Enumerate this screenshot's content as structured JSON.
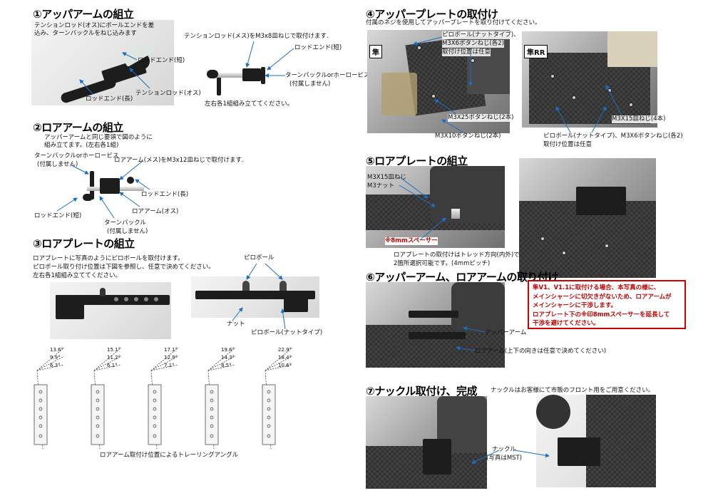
{
  "s1": {
    "title": "①アッパアームの組立",
    "note1": "テンションロッド(オス)にボールエンドを差込み、ターンバックルをねじ込みます",
    "rod_end_short": "ロッドエンド(短)",
    "rod_end_long": "ロッドエンド(長)",
    "tension_rod_male": "テンションロッド(オス)",
    "note2": "テンションロッド(メス)をM3x8皿ねじで取付けます.",
    "rod_end_short2": "ロッドエンド(短)",
    "turnbuckle": "ターンバックルorホーロービス",
    "not_included": "(付属しません)",
    "note3": "左右各1組組み立ててください。"
  },
  "s2": {
    "title": "②ロアアームの組立",
    "note1": "アッパーアームと同じ要領で図のように",
    "note2": "組み立てます。(左右各1組)",
    "turnbuckle": "ターンバックルorホーロービス",
    "not_included": "(付属しません)",
    "note3": "ロアアーム(メス)をM3x12皿ねじで取付けます.",
    "rod_end_long": "ロッドエンド(長)",
    "rod_end_short": "ロッドエンド(短)",
    "lower_arm_male": "ロアアーム(オス)",
    "turnbuckle2": "ターンバックル",
    "not_included2": "(付属しません)"
  },
  "s3": {
    "title": "③ロアプレートの組立",
    "note1": "ロアプレートに写真のようにピロボールを取付けます。",
    "note2": "ピロボール取り付け位置は下図を参照し、任意で決めてください。",
    "note3": "左右各1組組み立ててください。",
    "pillow_ball": "ピロボール",
    "nut": "ナット",
    "pillow_ball_nut": "ピロボール(ナットタイプ)",
    "caption": "ロアアーム取付け位置によるトレーリングアングル",
    "angles": [
      [
        "13.6°",
        "9.9°",
        "6.3°"
      ],
      [
        "15.1°",
        "11.2°",
        "6.1°"
      ],
      [
        "17.1°",
        "12.9°",
        "7.1°"
      ],
      [
        "19.6°",
        "14.3°",
        "8.5°"
      ],
      [
        "22.9°",
        "18.4°",
        "10.6°"
      ]
    ]
  },
  "s4": {
    "title": "④アッパープレートの取付け",
    "note1": "付属のネジを使用してアッパープレートを取り付けてください。",
    "label_left": "隼",
    "label_right": "隼RR",
    "pillow_ball": "ピロボール(ナットタイプ)、",
    "m3x6": "M3X6ボタンねじ(各2)",
    "position": "取付け位置は任意",
    "m3x25": "M3X25ボタンねじ(2本)",
    "m3x10": "M3X10ボタンねじ(2本)",
    "m3x15": "M3X15皿ねじ(4本)",
    "pillow_ball2": "ピロボール(ナットタイプ)、M3X6ボタンねじ(各2)",
    "position2": "取付け位置は任意"
  },
  "s5": {
    "title": "⑤ロアプレートの組立",
    "m3x15": "M3X15皿ねじ",
    "m3nut": "M3ナット",
    "spacer": "※8mmスペーサー",
    "note1": "ロアプレートの取付けはトレッド方向(内外)で",
    "note2": "2箇所選択可能です。(4mmピッチ)"
  },
  "s6": {
    "title": "⑥アッパーアーム、ロアアームの取り付け",
    "upper_arm": "アッパーアーム",
    "lower_arm": "ロアアーム(上下の向きは任意で決めてください)",
    "warn1": "隼V1、V1.1に取付ける場合、本写真の様に、",
    "warn2": "メインシャーシに切欠きがないため、ロアアームが",
    "warn3": "メインシャーシに干渉します。",
    "warn4": "ロアプレート下の※印8mmスペーサーを延長して",
    "warn5": "干渉を避けてください。"
  },
  "s7": {
    "title": "⑦ナックル取付け、完成",
    "note1": "ナックルはお客様にて市販のフロント用をご用意ください。",
    "knuckle": "ナックル",
    "photo_mst": "(写真はMST)"
  },
  "colors": {
    "warning_red": "#c00000",
    "frame_red": "#d00000"
  }
}
